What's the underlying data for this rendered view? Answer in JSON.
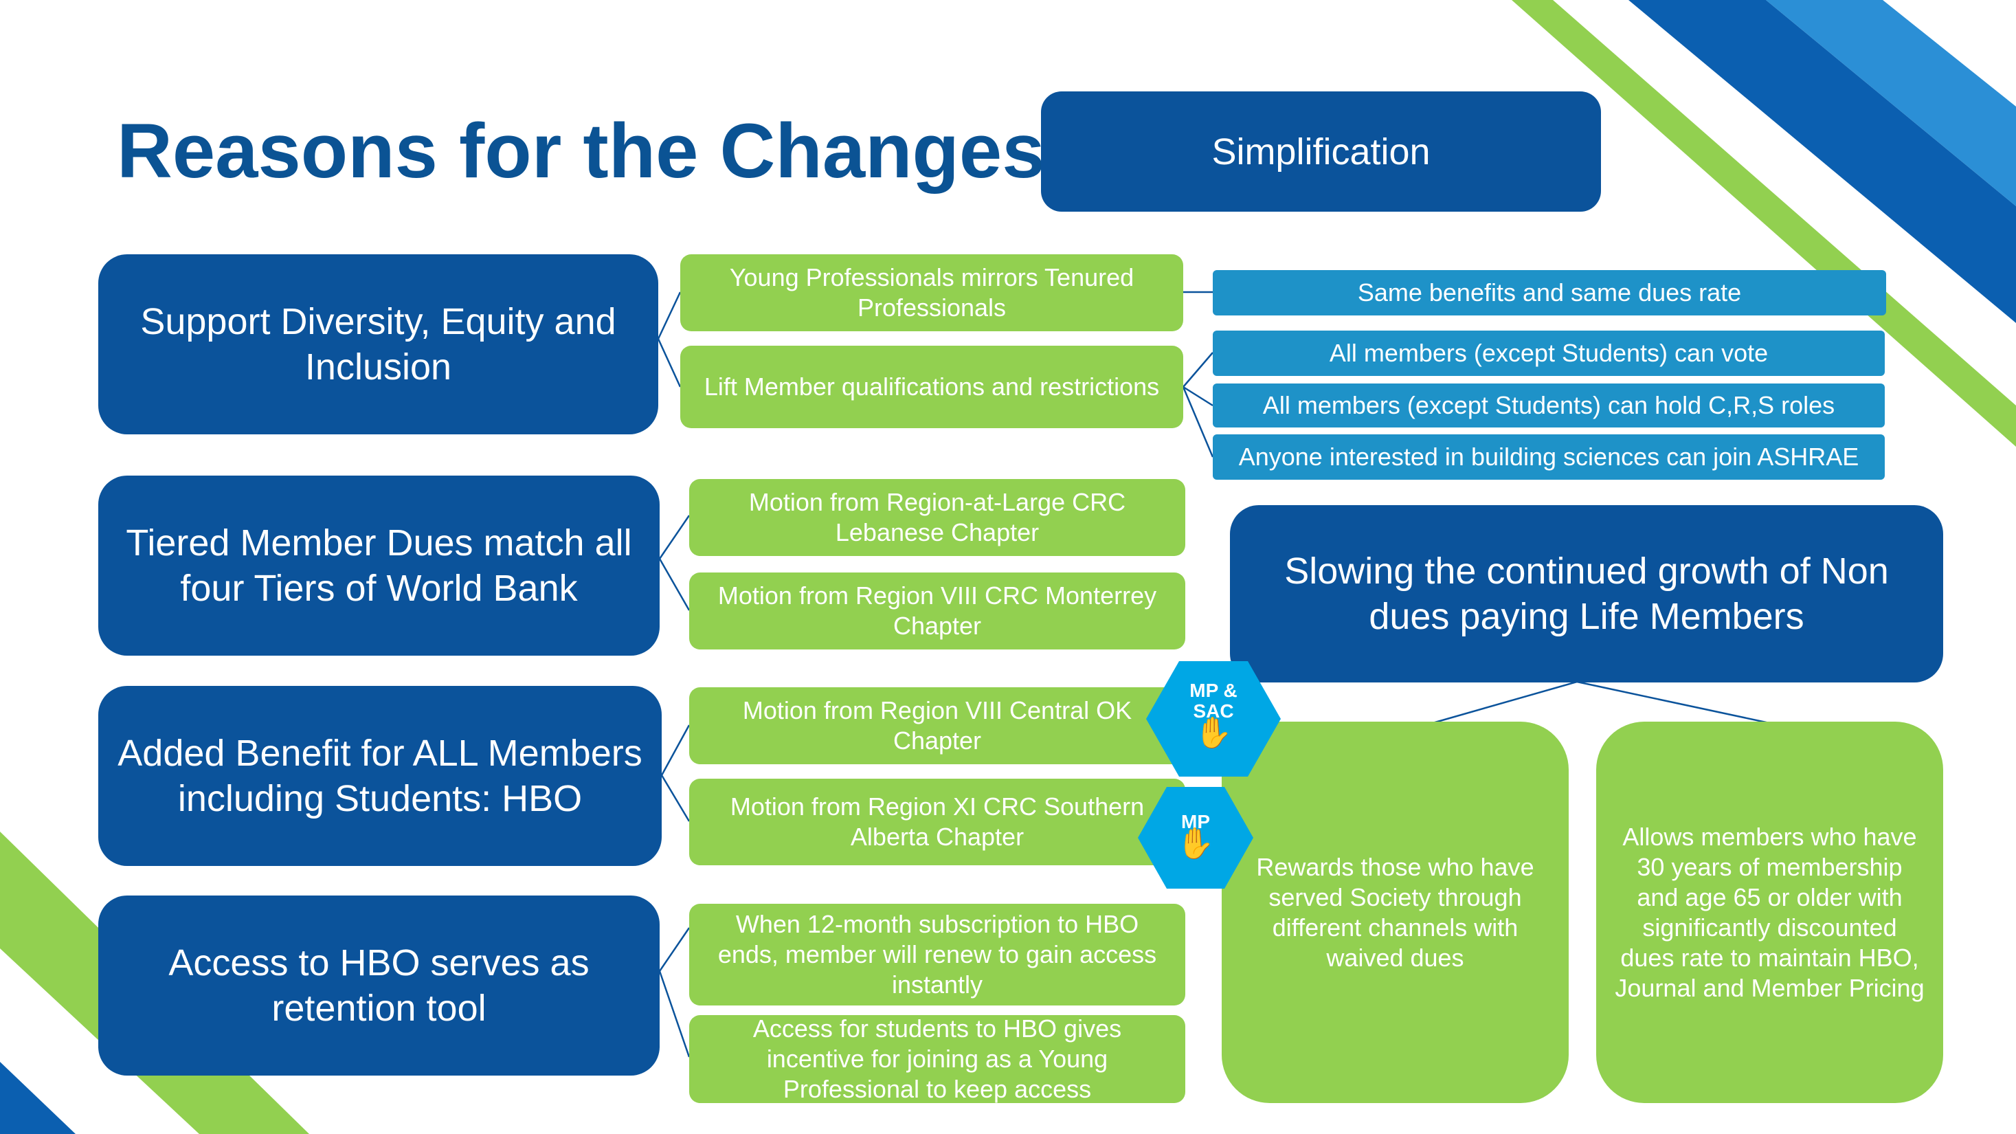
{
  "title": "Reasons for the Changes",
  "header_badge": "Simplification",
  "reasons": [
    {
      "label": "Support Diversity, Equity and Inclusion",
      "details": [
        "Young Professionals mirrors Tenured Professionals",
        "Lift Member qualifications and restrictions"
      ]
    },
    {
      "label": "Tiered Member Dues match all four Tiers of World Bank",
      "details": [
        "Motion from Region-at-Large CRC Lebanese Chapter",
        "Motion from Region VIII CRC Monterrey Chapter"
      ]
    },
    {
      "label": "Added Benefit for ALL Members including Students: HBO",
      "details": [
        "Motion from Region VIII Central OK Chapter",
        "Motion from Region XI CRC Southern Alberta Chapter"
      ]
    },
    {
      "label": "Access to HBO serves as retention tool",
      "details": [
        "When 12-month subscription to HBO ends, member will renew to gain access instantly",
        "Access for students to HBO gives incentive for joining as a Young Professional to keep access"
      ]
    }
  ],
  "outcomes": [
    "Same benefits and same dues rate",
    "All members (except Students) can vote",
    "All members (except Students) can hold C,R,S roles",
    "Anyone interested in building sciences can join ASHRAE"
  ],
  "life_members": {
    "label": "Slowing the continued growth of Non dues paying Life Members",
    "points": [
      "Rewards those who have served Society through different channels with waived dues",
      "Allows members who have 30 years of membership and age 65 or older with significantly discounted dues rate to maintain HBO, Journal and Member Pricing"
    ]
  },
  "badges": [
    {
      "label": "MP & SAC",
      "icon": "clapping-hands-icon"
    },
    {
      "label": "MP",
      "icon": "clapping-hands-icon"
    }
  ],
  "colors": {
    "dark_blue": "#0b539b",
    "green": "#92d050",
    "teal": "#1e92c8",
    "hex_blue": "#00a7e5",
    "title_blue": "#0b5394"
  }
}
